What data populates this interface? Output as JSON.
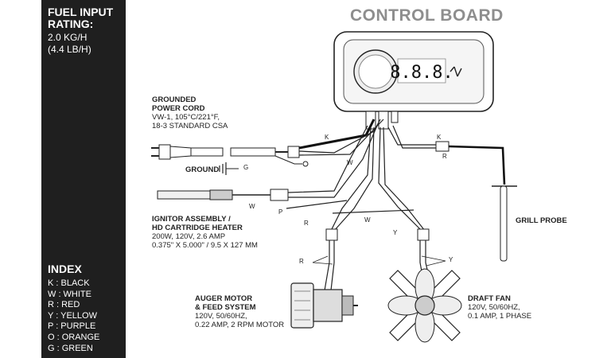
{
  "sidebar": {
    "fuel_title_line1": "FUEL INPUT",
    "fuel_title_line2": "RATING:",
    "fuel_rate_kg": "2.0 KG/H",
    "fuel_rate_lb": "(4.4 LB/H)",
    "index_title": "INDEX",
    "index_items": [
      "K : BLACK",
      "W : WHITE",
      "R : RED",
      "Y : YELLOW",
      "P : PURPLE",
      "O : ORANGE",
      "G : GREEN"
    ]
  },
  "diagram": {
    "title": "CONTROL BOARD",
    "power_cord": {
      "title1": "GROUNDED",
      "title2": "POWER CORD",
      "spec1": "VW-1, 105°C/221°F,",
      "spec2": "18-3 STANDARD CSA"
    },
    "ground_label": "GROUND",
    "ignitor": {
      "title1": "IGNITOR ASSEMBLY /",
      "title2": "HD CARTRIDGE HEATER",
      "spec1": "200W, 120V, 2.6 AMP",
      "spec2": "0.375\" X 5.000\" /  9.5 X 127 MM"
    },
    "grill_probe": "GRILL PROBE",
    "auger": {
      "title1": "AUGER MOTOR",
      "title2": "& FEED SYSTEM",
      "spec1": "120V, 50/60HZ,",
      "spec2": "0.22 AMP, 2 RPM MOTOR"
    },
    "draft_fan": {
      "title": "DRAFT FAN",
      "spec1": "120V, 50/60HZ,",
      "spec2": "0.1 AMP, 1 PHASE"
    },
    "display_digits": "8.8.8.",
    "wire_tags": {
      "k1": "K",
      "k2": "K",
      "r1": "R",
      "w1": "W",
      "g1": "G",
      "w2": "W",
      "p1": "P",
      "r2": "R",
      "w3": "W",
      "y1": "Y",
      "r3": "R",
      "y2": "Y"
    }
  }
}
